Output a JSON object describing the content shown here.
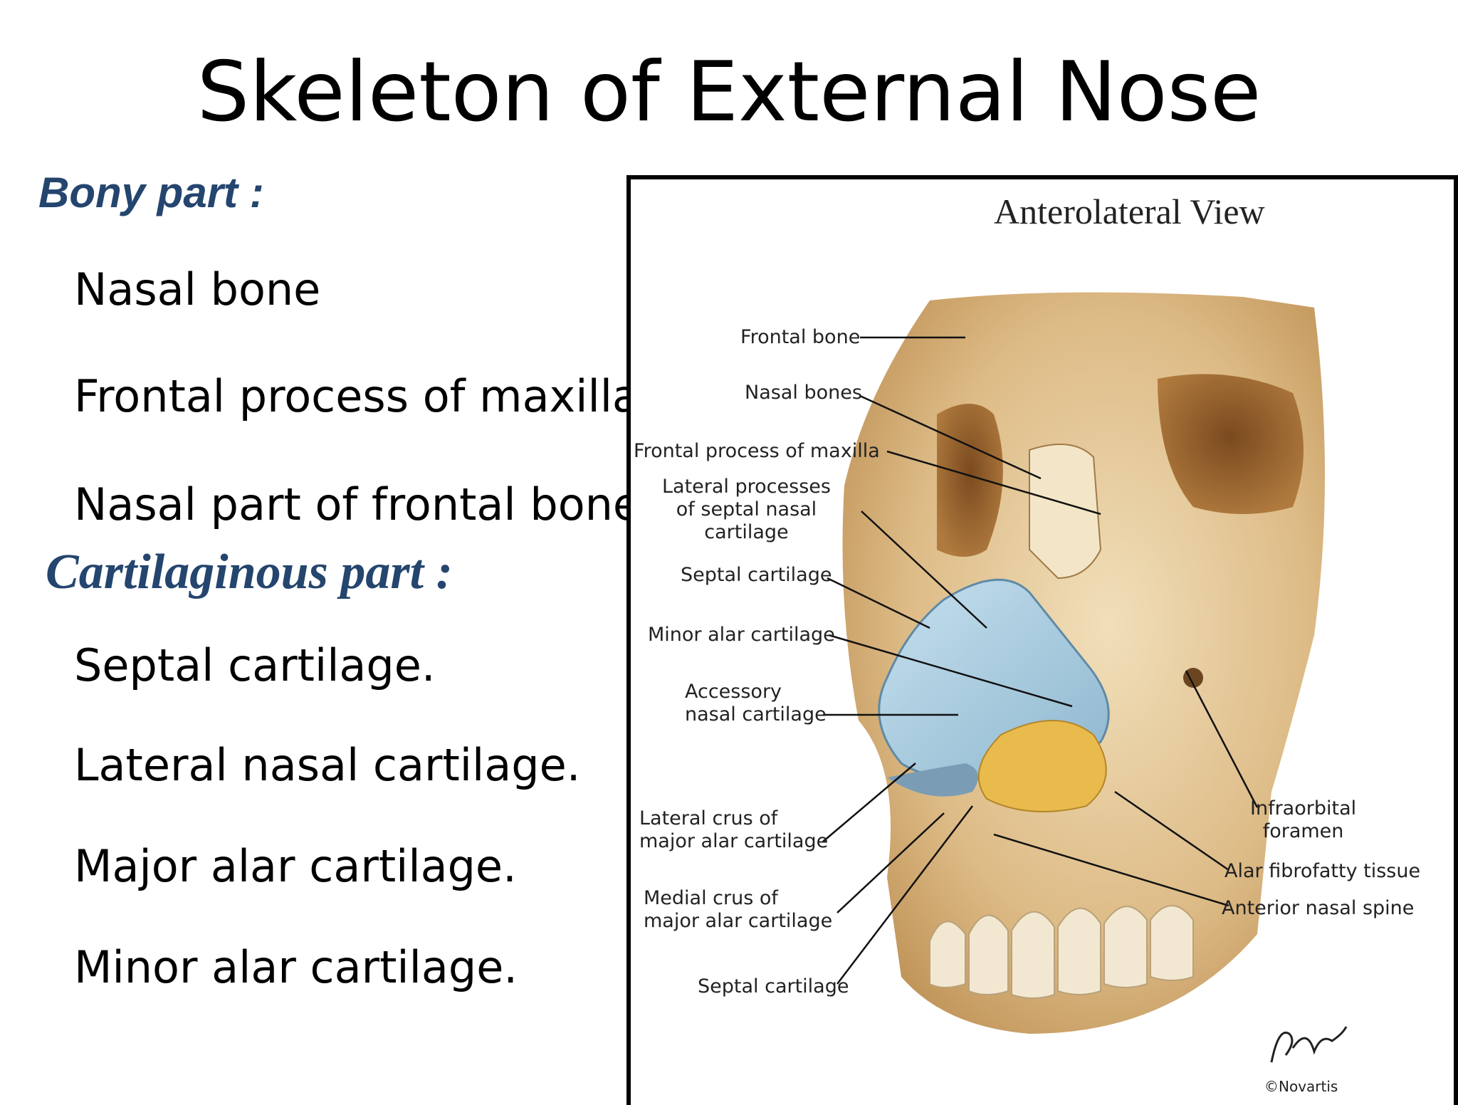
{
  "slide": {
    "title": "Skeleton of External Nose",
    "bony_heading": "Bony part :",
    "bony_items": [
      "Nasal bone",
      "Frontal process of maxilla",
      "Nasal part of frontal bone"
    ],
    "cartilaginous_heading": "Cartilaginous part  :",
    "cartilaginous_items": [
      "Septal cartilage.",
      "Lateral nasal cartilage.",
      "Major alar cartilage.",
      "Minor alar cartilage."
    ]
  },
  "figure": {
    "view_title": "Anterolateral  View",
    "labels": {
      "frontal_bone": "Frontal bone",
      "nasal_bones": "Nasal bones",
      "frontal_process": "Frontal process of maxilla",
      "lateral_processes": "Lateral processes\nof septal nasal\ncartilage",
      "septal_cartilage_top": "Septal cartilage",
      "minor_alar": "Minor alar cartilage",
      "accessory": "Accessory\nnasal cartilage",
      "lateral_crus": "Lateral crus of\nmajor alar cartilage",
      "medial_crus": "Medial crus of\nmajor alar cartilage",
      "septal_cartilage_bottom": "Septal cartilage",
      "infraorbital": "Infraorbital\nforamen",
      "alar_fibrofatty": "Alar fibrofatty tissue",
      "anterior_nasal_spine": "Anterior nasal spine"
    },
    "credit": "©Novartis",
    "colors": {
      "bone": "#d9b784",
      "cartilage": "#aecfe0",
      "fatty": "#e6b64a",
      "shadow": "#9a6a36"
    }
  }
}
